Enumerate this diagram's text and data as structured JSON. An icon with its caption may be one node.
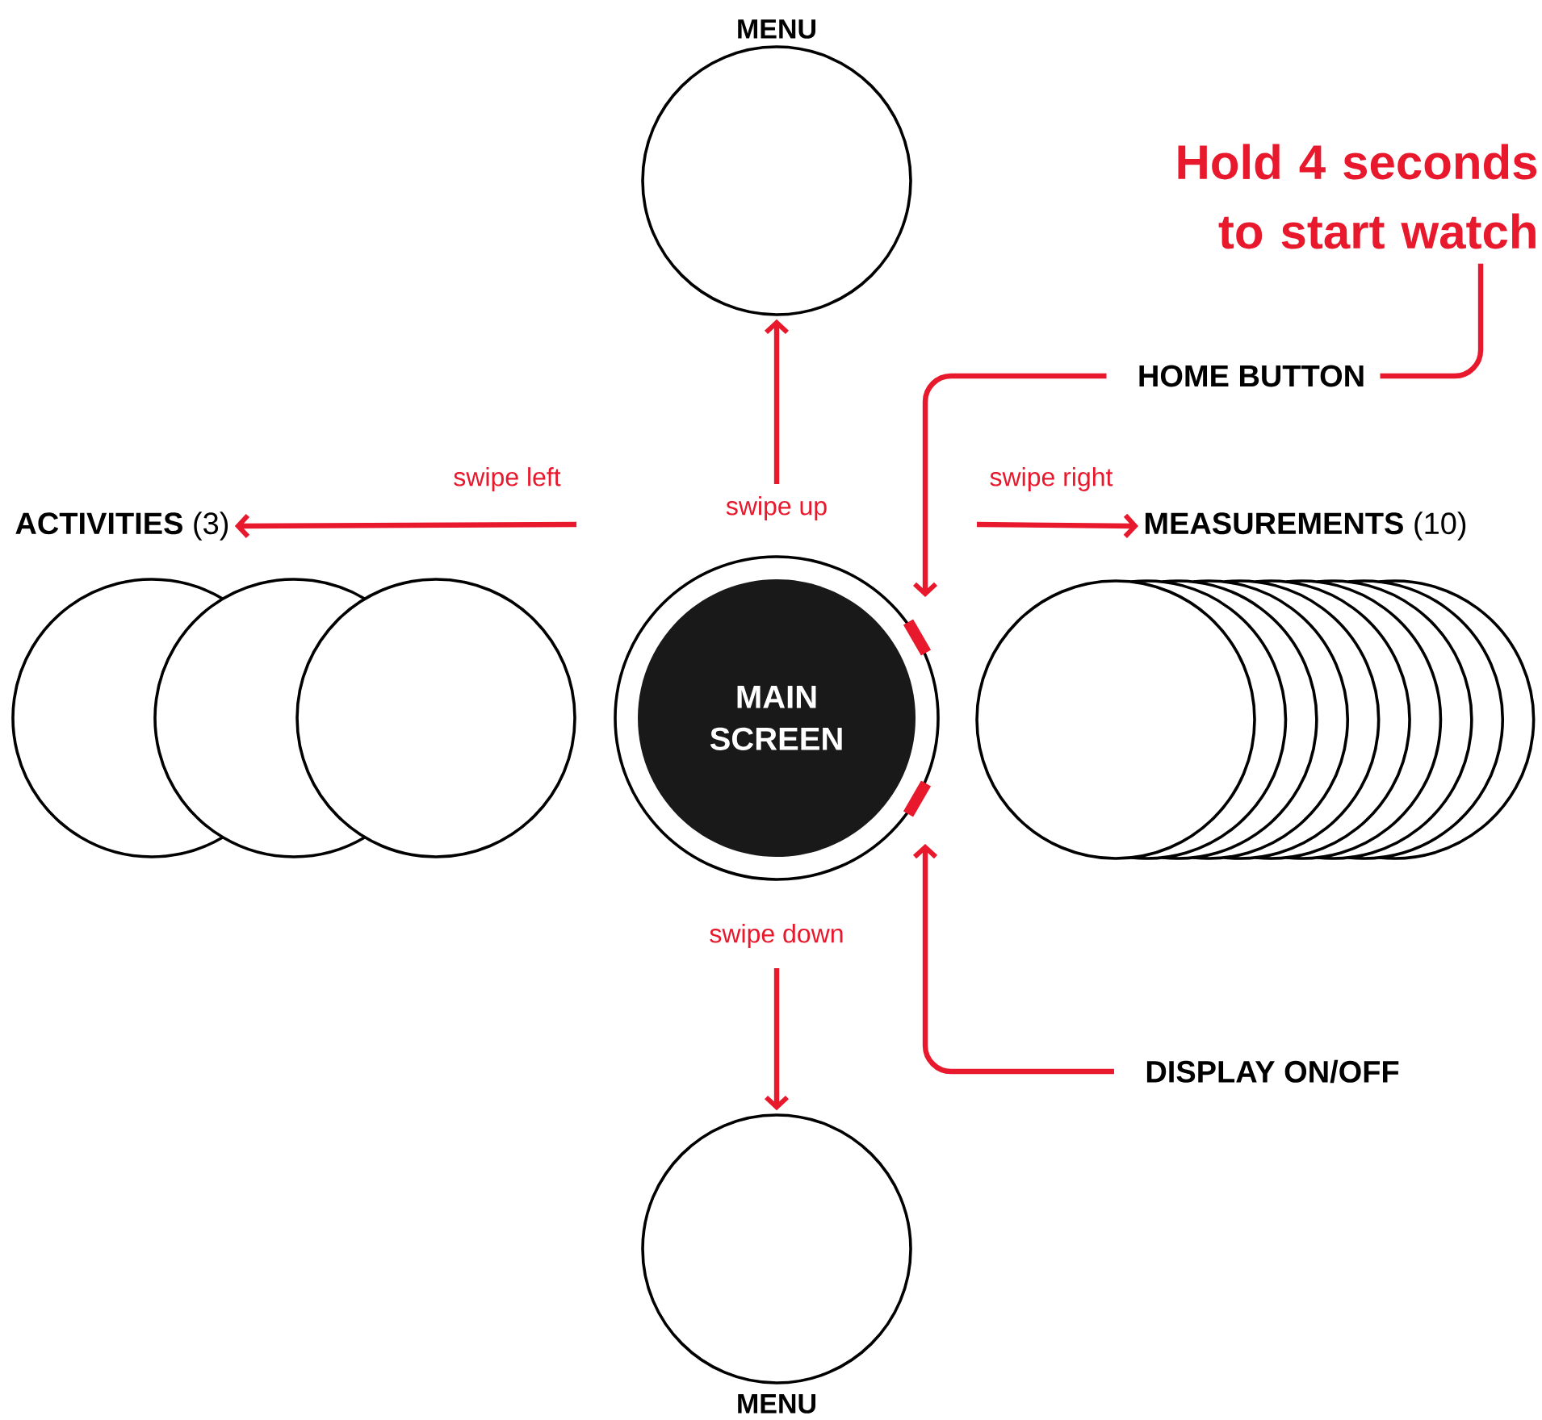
{
  "diagram": {
    "nodes": [
      {
        "text": [
          "MENU"
        ]
      },
      {
        "text": [
          "Hold 4 seconds to start watch"
        ]
      },
      {
        "text": [
          "HOME BUTTON"
        ]
      },
      {
        "text": [
          "**ACTIVITIES** (3)"
        ]
      },
      {
        "text": [],
        "shape": "circle"
      },
      {
        "text": [],
        "shape": "circle"
      },
      {
        "text": [],
        "shape": "circle"
      },
      {
        "text": [
          "**MEASUREMENTS** (10)"
        ]
      },
      {
        "text": [],
        "shape": "circle"
      },
      {
        "text": [],
        "shape": "circle"
      },
      {
        "text": [],
        "shape": "circle"
      },
      {
        "text": [],
        "shape": "circle"
      },
      {
        "text": [],
        "shape": "circle"
      },
      {
        "text": [],
        "shape": "circle"
      },
      {
        "text": [],
        "shape": "circle"
      },
      {
        "text": [],
        "shape": "circle"
      },
      {
        "text": [],
        "shape": "circle"
      },
      {
        "text": [],
        "shape": "circle"
      },
      {
        "text": [
          "MAIN SCREEN"
        ]
      },
      {
        "text": [],
        "shape": "bar"
      },
      {
        "text": [],
        "shape": "bar"
      },
      {
        "text": [
          "DISPLAY ON/OFF"
        ]
      },
      {
        "text": [
          "MENU"
        ]
      }
    ],
    "edges": [
      {
        "from": null,
        "to": 0,
        "arrow": "to",
        "label": "swipe up"
      },
      {
        "from": null,
        "to": 3,
        "arrow": "to",
        "label": "swipe left"
      },
      {
        "from": null,
        "to": 7,
        "arrow": "to",
        "label": "swipe right"
      },
      {
        "from": null,
        "to": 22,
        "arrow": "to",
        "label": "swipe down"
      },
      {
        "from": 2,
        "to": 19,
        "arrow": "to"
      },
      {
        "from": 21,
        "to": 20,
        "arrow": "to"
      },
      {
        "from": 2,
        "to": 1,
        "arrow": "none"
      }
    ]
  }
}
